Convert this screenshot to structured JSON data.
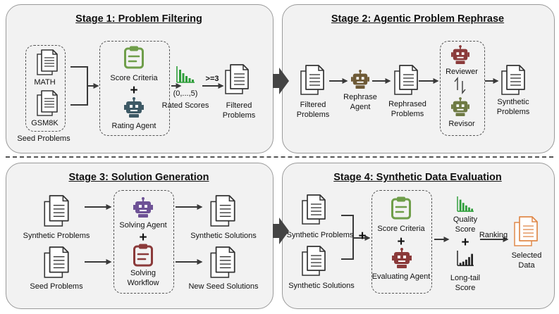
{
  "stage1": {
    "title": "Stage 1: Problem Filtering",
    "math": "MATH",
    "gsm8k": "GSM8K",
    "seed": "Seed Problems",
    "score_criteria": "Score Criteria",
    "plus": "+",
    "rating_agent": "Rating Agent",
    "range": "(0,...,5)",
    "rated": "Rated Scores",
    "threshold": ">=3",
    "filtered": "Filtered Problems"
  },
  "stage2": {
    "title": "Stage 2: Agentic Problem Rephrase",
    "filtered": "Filtered Problems",
    "rephrase_agent": "Rephrase Agent",
    "rephrased": "Rephrased Problems",
    "reviewer": "Reviewer",
    "revisor": "Revisor",
    "synthetic": "Synthetic Problems"
  },
  "stage3": {
    "title": "Stage 3: Solution Generation",
    "synthetic": "Synthetic Problems",
    "seed": "Seed Problems",
    "solving_agent": "Solving Agent",
    "plus": "+",
    "workflow": "Solving Workflow",
    "synthetic_solutions": "Synthetic Solutions",
    "new_seed": "New Seed Solutions"
  },
  "stage4": {
    "title": "Stage 4: Synthetic Data Evaluation",
    "synthetic_problems": "Synthetic Problems",
    "synthetic_solutions": "Synthetic Solutions",
    "plus_left": "+",
    "score_criteria": "Score Criteria",
    "plus_mid": "+",
    "evaluating_agent": "Evaluating Agent",
    "quality": "Quality Score",
    "plus_right": "+",
    "longtail": "Long-tail Score",
    "ranking": "Ranking",
    "selected": "Selected Data"
  },
  "colors": {
    "robot_brown": "#6e5a36",
    "robot_teal": "#3e5a66",
    "robot_red": "#8b3a3a",
    "robot_olive": "#6e7a43",
    "robot_purple": "#6e5296",
    "clip_green": "#6f9e4a",
    "clip_red": "#8b3a3a",
    "chart_green": "#2e9e3a",
    "doc_orange": "#e0894a",
    "arrow": "#3a3a3a"
  }
}
